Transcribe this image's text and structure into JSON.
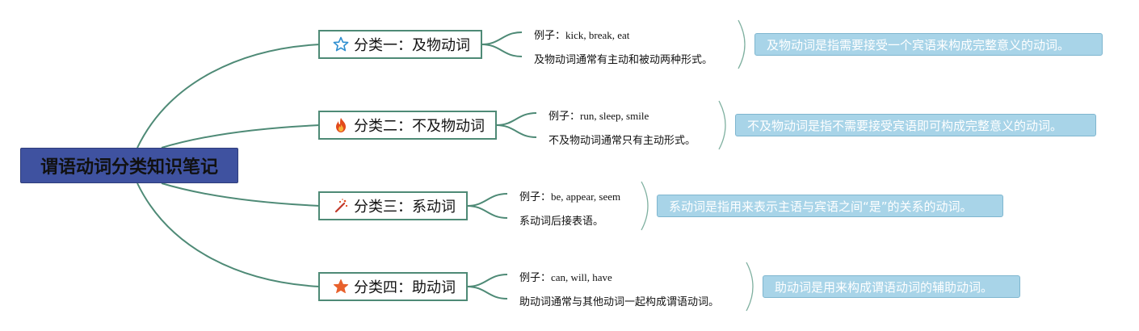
{
  "root": {
    "title": "谓语动词分类知识笔记"
  },
  "categories": [
    {
      "label": "分类一：及物动词",
      "icon": "star-outline-icon",
      "example_label": "例子：",
      "example_words": "kick, break, eat",
      "detail": "及物动词通常有主动和被动两种形式。",
      "note": "及物动词是指需要接受一个宾语来构成完整意义的动词。"
    },
    {
      "label": "分类二：不及物动词",
      "icon": "fire-icon",
      "example_label": "例子：",
      "example_words": "run, sleep, smile",
      "detail": "不及物动词通常只有主动形式。",
      "note": "不及物动词是指不需要接受宾语即可构成完整意义的动词。"
    },
    {
      "label": "分类三：系动词",
      "icon": "magic-wand-icon",
      "example_label": "例子：",
      "example_words": "be, appear, seem",
      "detail": "系动词后接表语。",
      "note": "系动词是指用来表示主语与宾语之间“是”的关系的动词。"
    },
    {
      "label": "分类四：助动词",
      "icon": "star-filled-icon",
      "example_label": "例子：",
      "example_words": "can, will, have",
      "detail": "助动词通常与其他动词一起构成谓语动词。",
      "note": "助动词是用来构成谓语动词的辅助动词。"
    }
  ],
  "colors": {
    "root_bg": "#3f52a0",
    "link": "#4e8a76",
    "note_bg": "#a8d4e8",
    "note_text": "#ffffff",
    "bracket": "#7fb0a0"
  }
}
